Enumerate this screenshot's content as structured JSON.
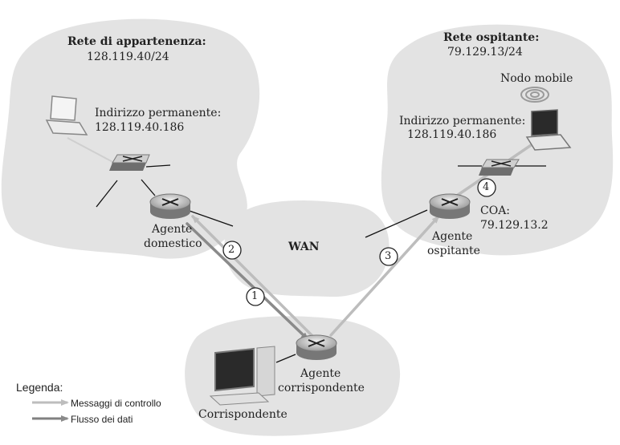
{
  "home_network": {
    "title": "Rete di appartenenza:",
    "subnet": "128.119.40/24"
  },
  "visited_network": {
    "title": "Rete ospitante:",
    "subnet": "79.129.13/24"
  },
  "home_laptop": {
    "label": "Indirizzo permanente:",
    "address": "128.119.40.186"
  },
  "mobile_node": {
    "name": "Nodo mobile",
    "label": "Indirizzo permanente:",
    "address": "128.119.40.186"
  },
  "home_agent": {
    "line1": "Agente",
    "line2": "domestico"
  },
  "foreign_agent": {
    "line1": "Agente",
    "line2": "ospitante",
    "coa_label": "COA:",
    "coa": "79.129.13.2"
  },
  "correspondent_agent": {
    "line1": "Agente",
    "line2": "corrispondente"
  },
  "correspondent": {
    "label": "Corrispondente"
  },
  "wan": {
    "label": "WAN"
  },
  "steps": [
    "1",
    "2",
    "3",
    "4"
  ],
  "legend": {
    "title": "Legenda:",
    "items": [
      {
        "label": "Messaggi di controllo",
        "color": "#bdbdbd"
      },
      {
        "label": "Flusso dei dati",
        "color": "#808080"
      }
    ]
  }
}
